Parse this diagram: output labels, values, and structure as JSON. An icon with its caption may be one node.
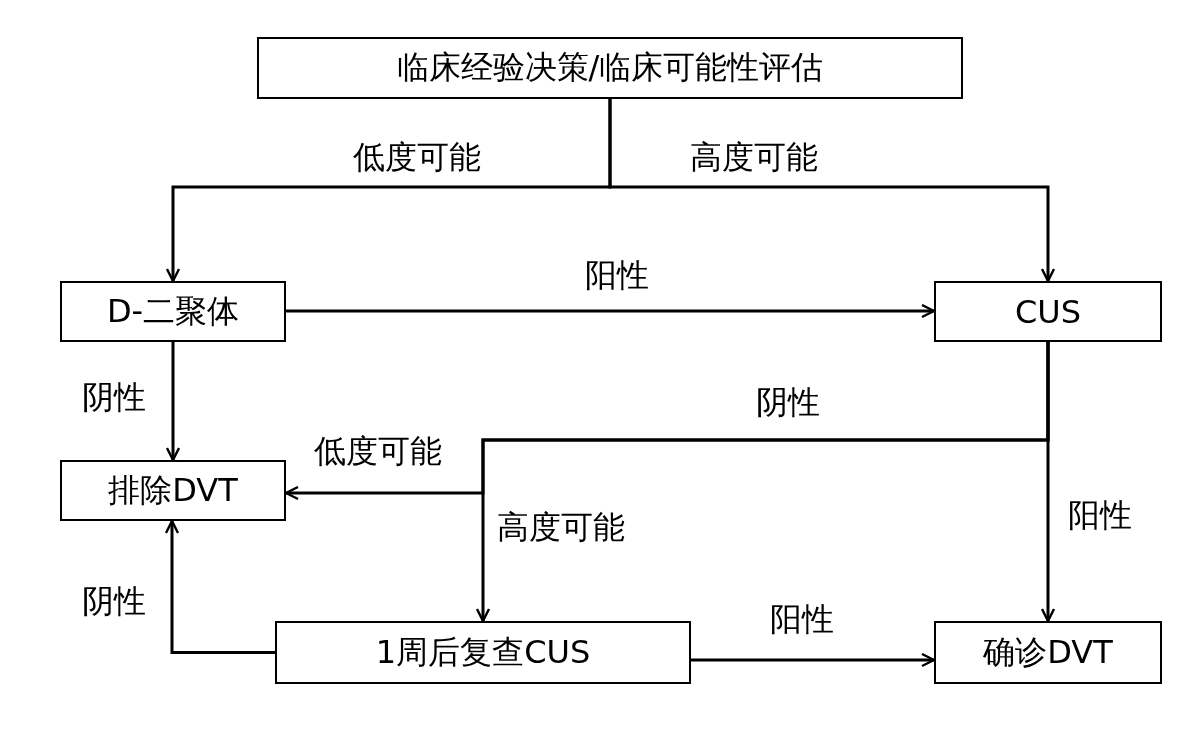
{
  "diagram": {
    "nodes": [
      {
        "text": [
          "临床经验决策/临床可能性评估"
        ]
      },
      {
        "text": [
          "D-二聚体"
        ]
      },
      {
        "text": [
          "CUS"
        ]
      },
      {
        "text": [
          "排除DVT"
        ]
      },
      {
        "text": [
          "1周后复查CUS"
        ]
      },
      {
        "text": [
          "确诊DVT"
        ]
      }
    ],
    "edges": [
      {
        "from": 0,
        "to": 1,
        "arrow": "to",
        "label": "低度可能"
      },
      {
        "from": 0,
        "to": 2,
        "arrow": "to",
        "label": "高度可能"
      },
      {
        "from": 1,
        "to": 2,
        "arrow": "to",
        "label": "阳性"
      },
      {
        "from": 1,
        "to": 3,
        "arrow": "to",
        "label": "阴性"
      },
      {
        "from": 2,
        "to": 3,
        "arrow": "to",
        "label": "低度可能"
      },
      {
        "from": 2,
        "to": 4,
        "arrow": "to",
        "label": "高度可能"
      },
      {
        "from": 2,
        "to": 5,
        "arrow": "to",
        "label": "阳性"
      },
      {
        "from": 4,
        "to": 3,
        "arrow": "to",
        "label": "阴性"
      },
      {
        "from": 4,
        "to": 5,
        "arrow": "to",
        "label": "阳性"
      }
    ],
    "labels": [
      "阴性"
    ]
  }
}
